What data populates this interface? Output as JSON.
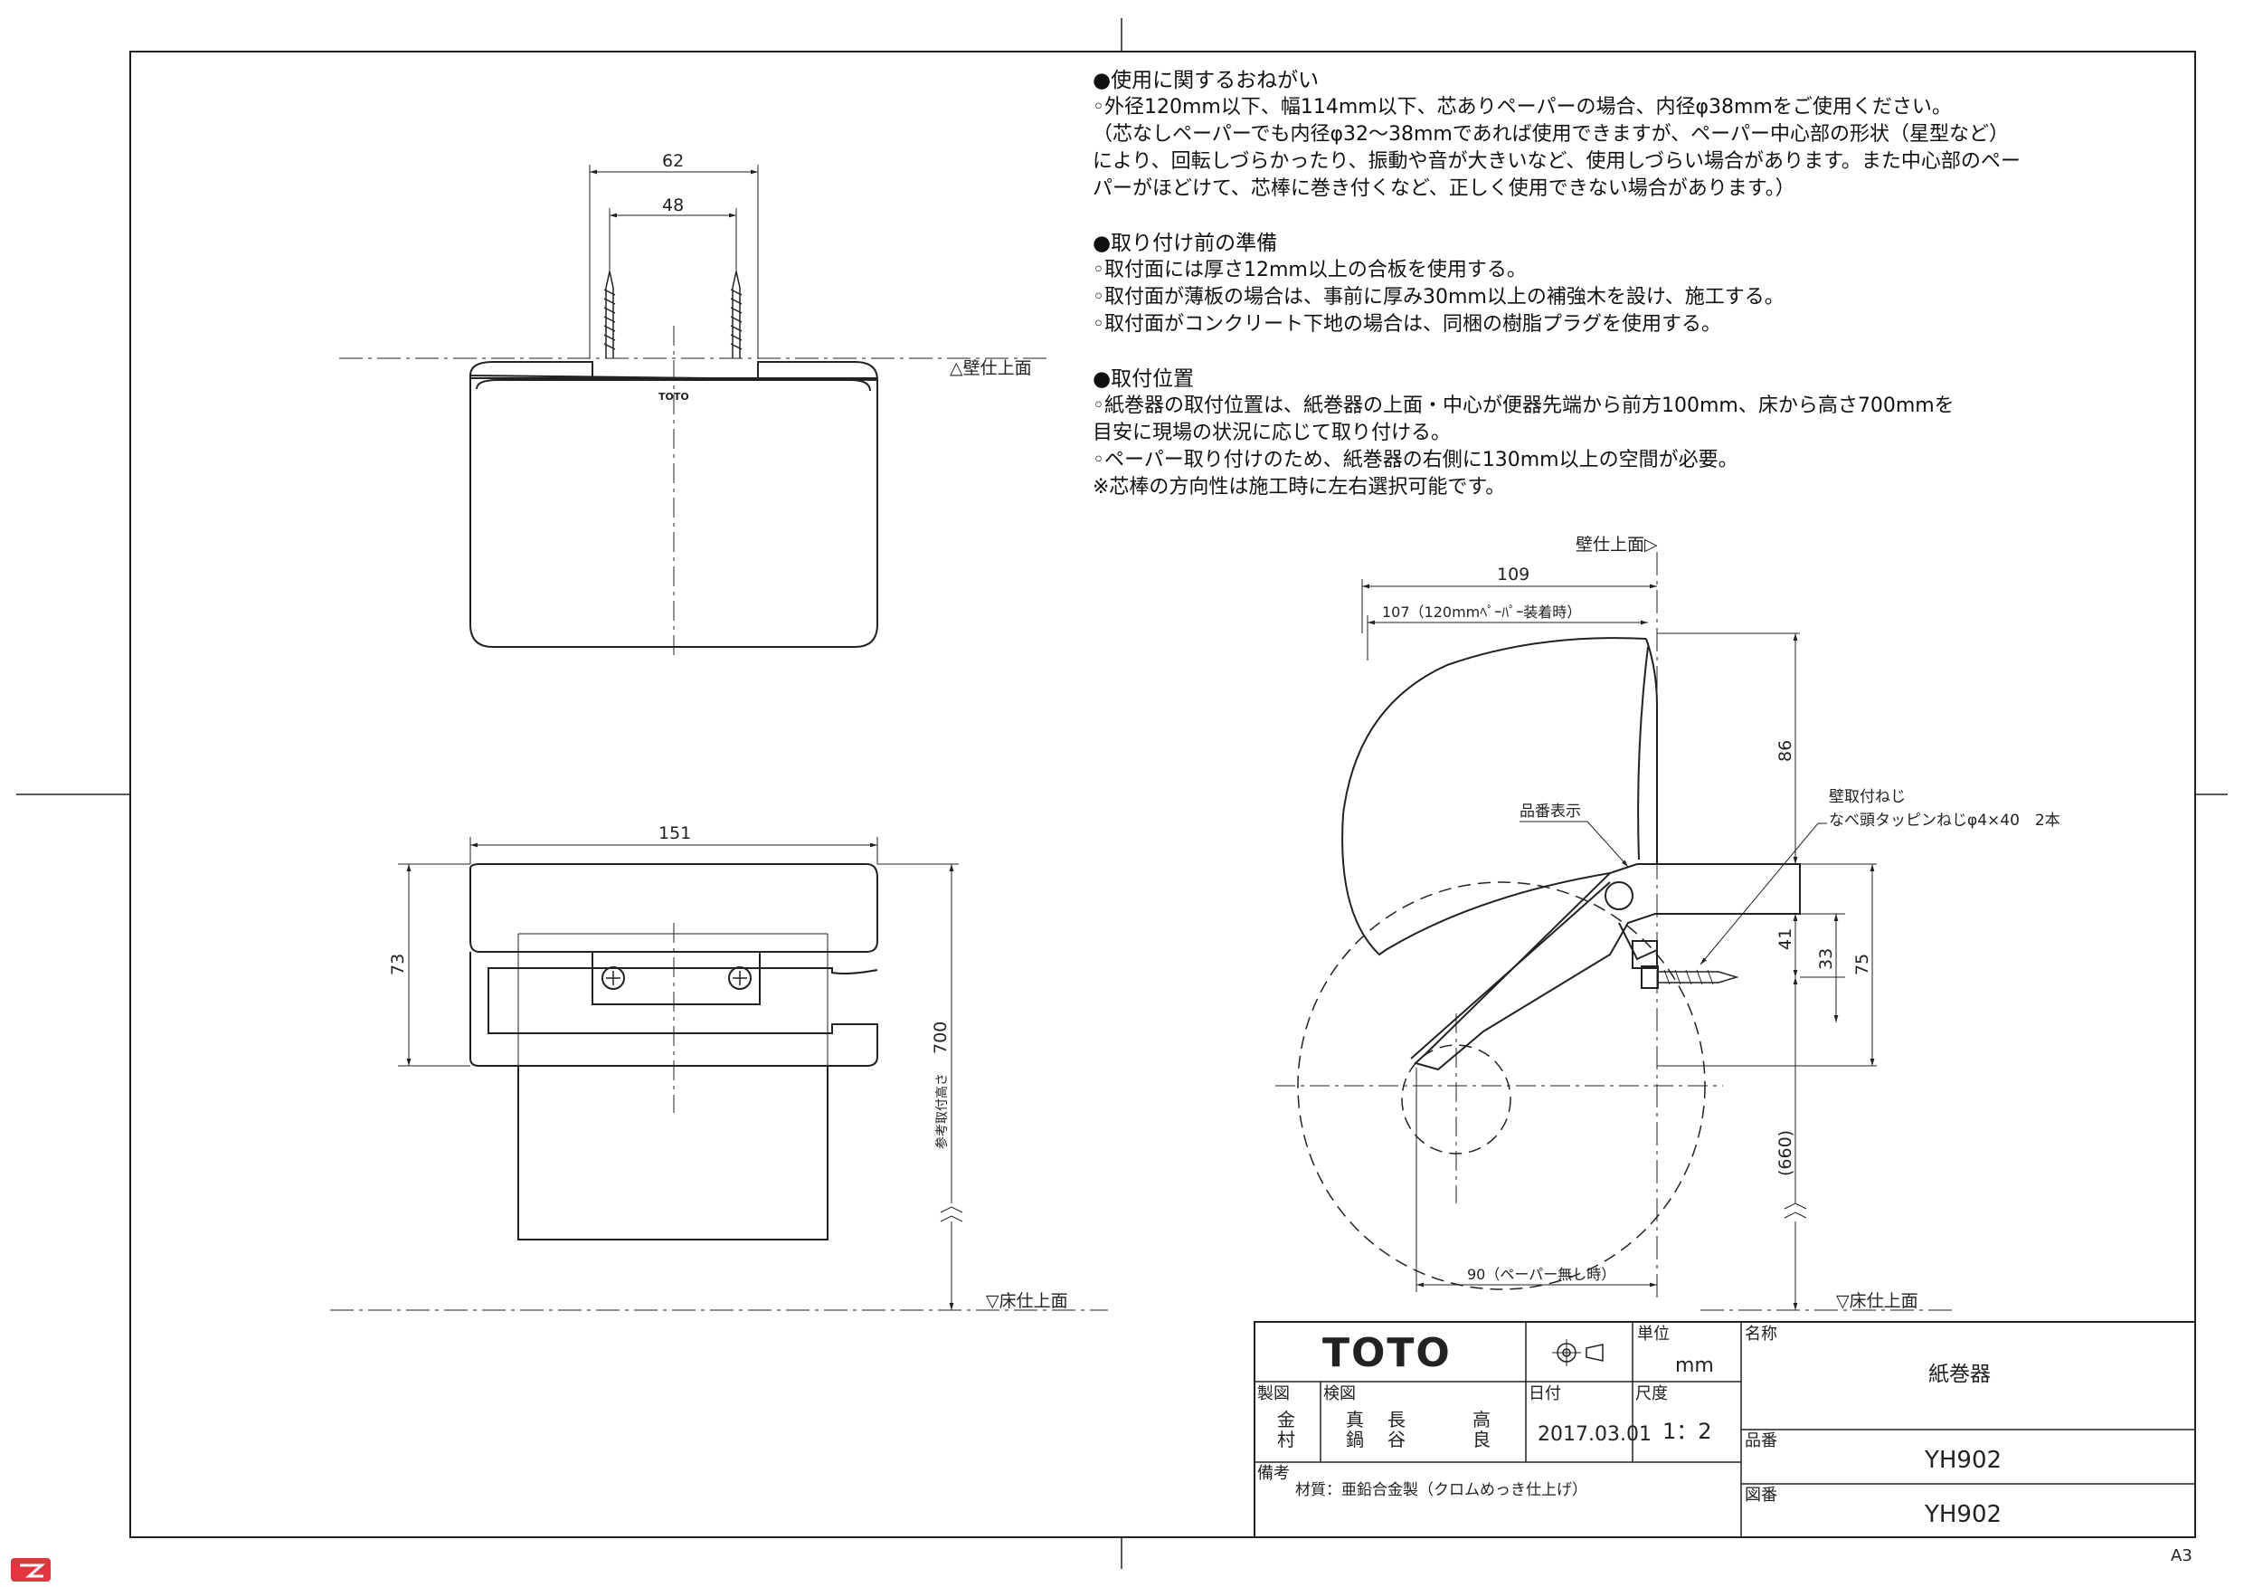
{
  "notes": {
    "usage_heading": "●使用に関するおねがい",
    "usage_line1": "◦外径120mm以下、幅114mm以下、芯ありペーパーの場合、内径φ38mmをご使用ください。",
    "usage_line2": "（芯なしペーパーでも内径φ32～38mmであれば使用できますが、ペーパー中心部の形状（星型など）",
    "usage_line3": "により、回転しづらかったり、振動や音が大きいなど、使用しづらい場合があります。また中心部のペー",
    "usage_line4": "パーがほどけて、芯棒に巻き付くなど、正しく使用できない場合があります。）",
    "prep_heading": "●取り付け前の準備",
    "prep_line1": "◦取付面には厚さ12mm以上の合板を使用する。",
    "prep_line2": "◦取付面が薄板の場合は、事前に厚み30mm以上の補強木を設け、施工する。",
    "prep_line3": "◦取付面がコンクリート下地の場合は、同梱の樹脂プラグを使用する。",
    "pos_heading": "●取付位置",
    "pos_line1": "◦紙巻器の取付位置は、紙巻器の上面・中心が便器先端から前方100mm、床から高さ700mmを",
    "pos_line2": "目安に現場の状況に応じて取り付ける。",
    "pos_line3": "◦ペーパー取り付けのため、紙巻器の右側に130mm以上の空間が必要。",
    "pos_line4": "※芯棒の方向性は施工時に左右選択可能です。"
  },
  "top_view": {
    "dim_62": "62",
    "dim_48": "48",
    "wall_label": "△壁仕上面",
    "brand_mark": "TOTO"
  },
  "front_view": {
    "dim_151": "151",
    "dim_73": "73",
    "dim_700": "700",
    "ref_height_label": "参考取付高さ",
    "floor_label": "▽床仕上面"
  },
  "side_view": {
    "wall_label": "壁仕上面▷",
    "dim_109": "109",
    "dim_107": "107（120mmﾍﾟｰﾊﾟｰ装着時）",
    "dim_86": "86",
    "dim_41": "41",
    "dim_33": "33",
    "dim_75": "75",
    "dim_660": "(660)",
    "dim_90": "90（ペーパー無し時）",
    "part_label": "品番表示",
    "screw_label1": "壁取付ねじ",
    "screw_label2": "なべ頭タッピンねじφ4×40　2本",
    "floor_label": "▽床仕上面"
  },
  "title_block": {
    "brand": "TOTO",
    "unit_label": "単位",
    "unit_value": "mm",
    "name_label": "名称",
    "name_value": "紙巻器",
    "drawn_label": "製図",
    "drawn_value_1": "金",
    "drawn_value_2": "村",
    "checked_label": "検図",
    "checked_1a": "真",
    "checked_1b": "鍋",
    "checked_2a": "長",
    "checked_2b": "谷",
    "checked_3a": "高",
    "checked_3b": "良",
    "date_label": "日付",
    "date_value": "2017.03.01",
    "scale_label": "尺度",
    "scale_value": "1：2",
    "product_no_label": "品番",
    "product_no_value": "YH902",
    "remarks_label": "備考",
    "remarks_value": "材質：亜鉛合金製（クロムめっき仕上げ）",
    "drawing_no_label": "図番",
    "drawing_no_value": "YH902"
  },
  "sheet_size": "A3"
}
